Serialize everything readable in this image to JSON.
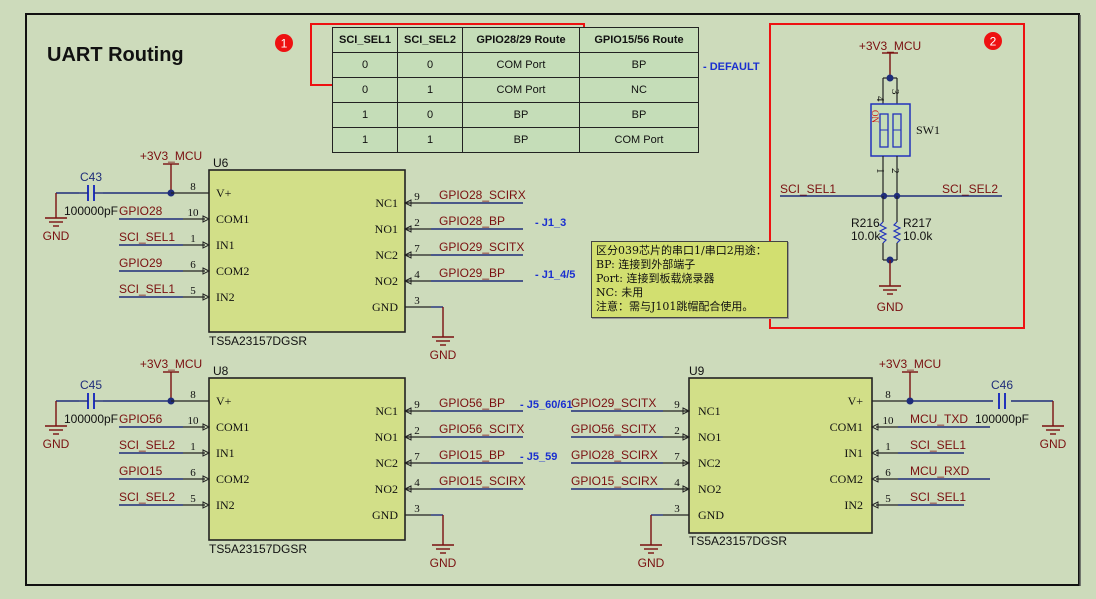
{
  "title": "UART Routing",
  "badges": [
    "1",
    "2"
  ],
  "truth_table": {
    "headers": [
      "SCI_SEL1",
      "SCI_SEL2",
      "GPIO28/29 Route",
      "GPIO15/56 Route"
    ],
    "rows": [
      [
        "0",
        "0",
        "COM Port",
        "BP"
      ],
      [
        "0",
        "1",
        "COM Port",
        "NC"
      ],
      [
        "1",
        "0",
        "BP",
        "BP"
      ],
      [
        "1",
        "1",
        "BP",
        "COM Port"
      ]
    ],
    "default_note": "- DEFAULT"
  },
  "note": {
    "lines": [
      "区分039芯片的串口1/串口2用途：",
      "BP:   连接到外部端子",
      "Port: 连接到板载烧录器",
      "NC:   未用",
      "注意：需与J101跳帽配合使用。"
    ]
  },
  "power_net": "+3V3_MCU",
  "gnd_label": "GND",
  "switch": {
    "designator": "SW1",
    "on_label": "ON",
    "pins": [
      "4",
      "3",
      "1",
      "2"
    ],
    "left_net": "SCI_SEL1",
    "right_net": "SCI_SEL2",
    "resistors": [
      {
        "designator": "R216",
        "value": "10.0k"
      },
      {
        "designator": "R217",
        "value": "10.0k"
      }
    ]
  },
  "chips": {
    "u6": {
      "designator": "U6",
      "part": "TS5A23157DGSR",
      "cap": {
        "designator": "C43",
        "value": "100000pF"
      },
      "left_pins": [
        {
          "num": "8",
          "name": "V+",
          "net": ""
        },
        {
          "num": "10",
          "name": "COM1",
          "net": "GPIO28"
        },
        {
          "num": "1",
          "name": "IN1",
          "net": "SCI_SEL1"
        },
        {
          "num": "6",
          "name": "COM2",
          "net": "GPIO29"
        },
        {
          "num": "5",
          "name": "IN2",
          "net": "SCI_SEL1"
        }
      ],
      "right_pins": [
        {
          "num": "9",
          "name": "NC1",
          "net": "GPIO28_SCIRX",
          "anno": ""
        },
        {
          "num": "2",
          "name": "NO1",
          "net": "GPIO28_BP",
          "anno": "- J1_3"
        },
        {
          "num": "7",
          "name": "NC2",
          "net": "GPIO29_SCITX",
          "anno": ""
        },
        {
          "num": "4",
          "name": "NO2",
          "net": "GPIO29_BP",
          "anno": "- J1_4/5"
        },
        {
          "num": "3",
          "name": "GND",
          "net": "",
          "anno": ""
        }
      ]
    },
    "u8": {
      "designator": "U8",
      "part": "TS5A23157DGSR",
      "cap": {
        "designator": "C45",
        "value": "100000pF"
      },
      "left_pins": [
        {
          "num": "8",
          "name": "V+",
          "net": ""
        },
        {
          "num": "10",
          "name": "COM1",
          "net": "GPIO56"
        },
        {
          "num": "1",
          "name": "IN1",
          "net": "SCI_SEL2"
        },
        {
          "num": "6",
          "name": "COM2",
          "net": "GPIO15"
        },
        {
          "num": "5",
          "name": "IN2",
          "net": "SCI_SEL2"
        }
      ],
      "right_pins": [
        {
          "num": "9",
          "name": "NC1",
          "net": "GPIO56_BP",
          "anno": "- J5_60/61"
        },
        {
          "num": "2",
          "name": "NO1",
          "net": "GPIO56_SCITX",
          "anno": ""
        },
        {
          "num": "7",
          "name": "NC2",
          "net": "GPIO15_BP",
          "anno": "- J5_59"
        },
        {
          "num": "4",
          "name": "NO2",
          "net": "GPIO15_SCIRX",
          "anno": ""
        },
        {
          "num": "3",
          "name": "GND",
          "net": "",
          "anno": ""
        }
      ]
    },
    "u9": {
      "designator": "U9",
      "part": "TS5A23157DGSR",
      "cap": {
        "designator": "C46",
        "value": "100000pF"
      },
      "left_pins": [
        {
          "num": "9",
          "name": "NC1",
          "net": "GPIO29_SCITX"
        },
        {
          "num": "2",
          "name": "NO1",
          "net": "GPIO56_SCITX"
        },
        {
          "num": "7",
          "name": "NC2",
          "net": "GPIO28_SCIRX"
        },
        {
          "num": "4",
          "name": "NO2",
          "net": "GPIO15_SCIRX"
        },
        {
          "num": "3",
          "name": "GND",
          "net": ""
        }
      ],
      "right_pins": [
        {
          "num": "8",
          "name": "V+",
          "net": ""
        },
        {
          "num": "10",
          "name": "COM1",
          "net": "MCU_TXD"
        },
        {
          "num": "1",
          "name": "IN1",
          "net": "SCI_SEL1"
        },
        {
          "num": "6",
          "name": "COM2",
          "net": "MCU_RXD"
        },
        {
          "num": "5",
          "name": "IN2",
          "net": "SCI_SEL1"
        }
      ]
    }
  }
}
